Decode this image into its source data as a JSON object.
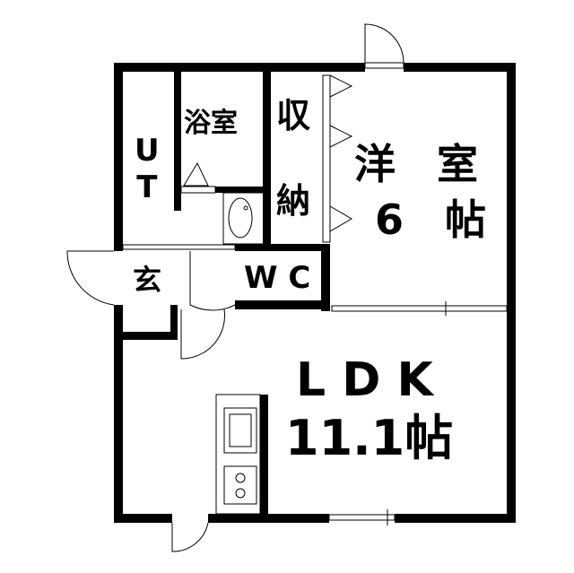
{
  "rooms": {
    "ut": "U\nT",
    "bath": "浴室",
    "storage_1": "収",
    "storage_2": "納",
    "western_room": "洋　室",
    "western_size": "6　帖",
    "entrance": "玄",
    "wc": "W C",
    "ldk": "L D K",
    "ldk_size": "11.1帖"
  }
}
